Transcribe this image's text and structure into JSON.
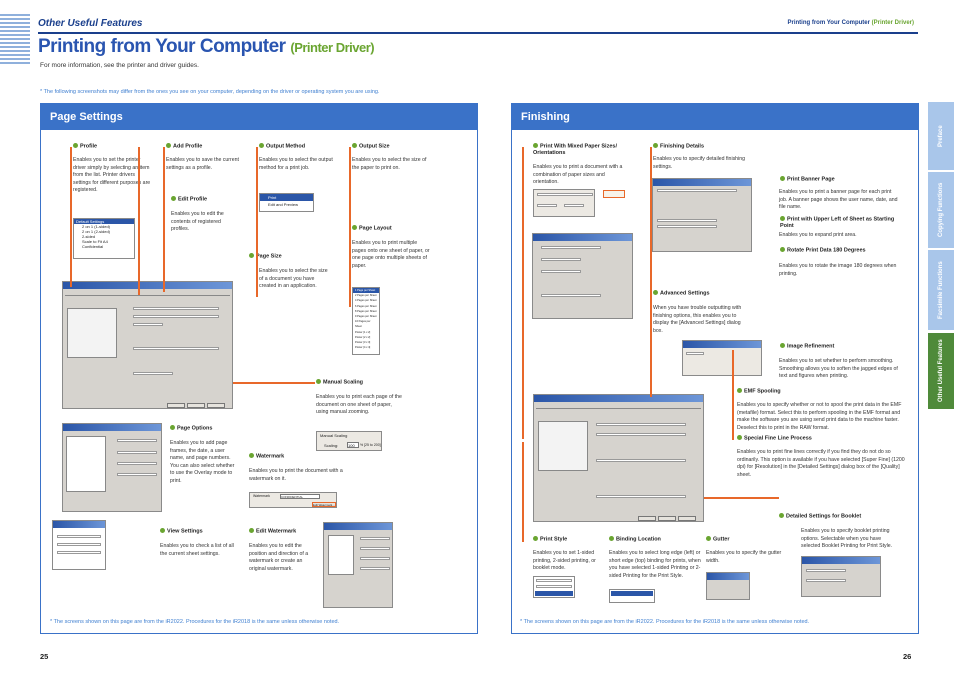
{
  "header": {
    "section_label": "Other Useful Features",
    "right_title": "Printing from Your Computer",
    "right_sub": "(Printer Driver)"
  },
  "title": {
    "main": "Printing from Your Computer",
    "sub": "(Printer Driver)"
  },
  "intro": "For more information, see the printer and driver guides.",
  "note_top": "* The following screenshots may differ from the ones you see on your computer, depending on the driver or operating system you are using.",
  "left_panel": {
    "heading": "Page Settings",
    "items": {
      "profile": {
        "label": "Profile",
        "desc": "Enables you to set the printer driver simply by selecting an item from the list. Printer drivers settings for different purposes are registered."
      },
      "add_profile": {
        "label": "Add Profile",
        "desc": "Enables you to save the current settings as a profile."
      },
      "output_method": {
        "label": "Output Method",
        "desc": "Enables you to select the output method for a print job."
      },
      "output_size": {
        "label": "Output Size",
        "desc": "Enables you to select the size of the paper to print on."
      },
      "edit_profile": {
        "label": "Edit Profile",
        "desc": "Enables you to edit the contents of registered profiles."
      },
      "page_layout": {
        "label": "Page Layout",
        "desc": "Enables you to print multiple pages onto one sheet of paper, or one page onto multiple sheets of paper."
      },
      "page_size": {
        "label": "Page Size",
        "desc": "Enables you to select the size of a document you have created in an application."
      },
      "manual_scaling": {
        "label": "Manual Scaling",
        "desc": "Enables you to print each page of the document on one sheet of paper, using manual zooming."
      },
      "page_options": {
        "label": "Page Options",
        "desc": "Enables you to add page frames, the date, a user name, and page numbers. You can also select whether to use the Overlay mode to print."
      },
      "watermark": {
        "label": "Watermark",
        "desc": "Enables you to print the document with a watermark on it."
      },
      "view_settings": {
        "label": "View Settings",
        "desc": "Enables you to check a list of all the current sheet settings."
      },
      "edit_watermark": {
        "label": "Edit Watermark",
        "desc": "Enables you to edit the position and direction of a watermark or create an original watermark."
      }
    },
    "profile_list": [
      "Default Settings",
      "2 on 1 (1-sided)",
      "2 on 1 (2-sided)",
      "2-sided",
      "Scale to Fit A4",
      "Confidential"
    ],
    "output_list": [
      "Print",
      "Edit and Preview"
    ],
    "layout_list": [
      "1 Page per Sheet",
      "2 Pages per Sheet",
      "4 Pages per Sheet",
      "6 Pages per Sheet",
      "8 Pages per Sheet",
      "9 Pages per Sheet",
      "16 Pages per Sheet",
      "Poster [1 x 2]",
      "Poster [2 x 2]",
      "Poster [3 x 3]",
      "Poster [4 x 4]"
    ],
    "manual_scaling_ui": {
      "checkbox": "Manual Scaling",
      "label": "Scaling:",
      "value": "100",
      "range": "% [25 to 200]"
    },
    "watermark_ui": {
      "label": "Watermark",
      "value": "CONFIDENTIAL",
      "button": "Edit Watermark..."
    },
    "footnote": "* The screens shown on this page are from the iR2022. Procedures for the iR2018 is the same unless otherwise noted.",
    "page_number": "25"
  },
  "right_panel": {
    "heading": "Finishing",
    "items": {
      "mixed_paper": {
        "label": "Print With Mixed Paper Sizes/ Orientations",
        "desc": "Enables you to print a document with a combination of paper sizes and orientation."
      },
      "finishing_details": {
        "label": "Finishing Details",
        "desc": "Enables you to specify detailed finishing settings."
      },
      "banner_page": {
        "label": "Print Banner Page",
        "desc": "Enables you to print a banner page for each print job. A banner page shows the user name, date, and file name."
      },
      "upper_left": {
        "label": "Print with Upper Left of Sheet as Starting Point",
        "desc": "Enables you to expand print area."
      },
      "rotate": {
        "label": "Rotate Print Data 180 Degrees",
        "desc": "Enables you to rotate the image 180 degrees when printing."
      },
      "advanced": {
        "label": "Advanced Settings",
        "desc": "When you have trouble outputting with finishing options, this enables you to display the [Advanced Settings] dialog box."
      },
      "image_refinement": {
        "label": "Image Refinement",
        "desc": "Enables you to set whether to perform smoothing. Smoothing allows you to soften the jagged edges of text and figures when printing."
      },
      "emf": {
        "label": "EMF Spooling",
        "desc": "Enables you to specify whether or not to spool the print data in the EMF (metafile) format. Select this to perform spooling in the EMF format and make the software you are using send print data to the machine faster. Deselect this to print in the RAW format."
      },
      "fine_line": {
        "label": "Special Fine Line Process",
        "desc": "Enables you to print fine lines correctly if you find they do not do so ordinarily. This option is available if you have selected [Super Fine] (1200 dpi) for [Resolution] in the [Detailed Settings] dialog box of the [Quality] sheet."
      },
      "booklet": {
        "label": "Detailed Settings for Booklet",
        "desc": "Enables you to specify booklet printing options. Selectable when you have selected Booklet Printing for Print Style."
      },
      "print_style": {
        "label": "Print Style",
        "desc": "Enables you to set 1-sided printing, 2-sided printing, or booklet mode."
      },
      "binding": {
        "label": "Binding Location",
        "desc": "Enables you to select long edge (left) or short edge (top) binding for prints, when you have selected 1-sided Printing or 2-sided Printing for the Print Style."
      },
      "gutter": {
        "label": "Gutter",
        "desc": "Enables you to specify the gutter width."
      }
    },
    "footnote": "* The screens shown on this page are from the iR2022. Procedures for the iR2018 is the same unless otherwise noted.",
    "page_number": "26"
  },
  "side_tabs": [
    "Preface",
    "Copying Functions",
    "Facsimile Functions",
    "Other Useful Features"
  ],
  "colors": {
    "brand_blue": "#3a72c8",
    "accent_green": "#6aa531",
    "connector_orange": "#e8682a"
  }
}
